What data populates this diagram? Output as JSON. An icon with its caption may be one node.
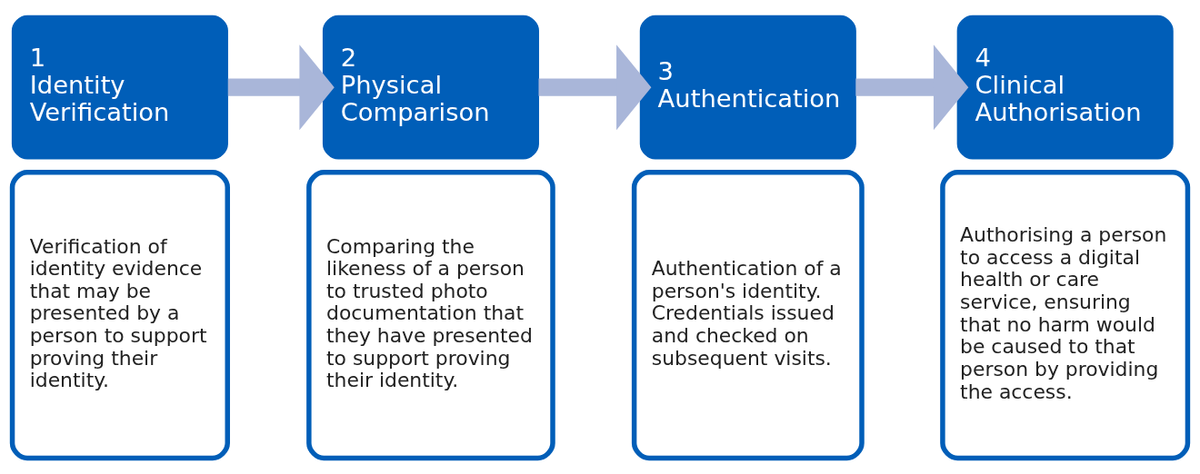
{
  "diagram": {
    "nodes": [
      {
        "text": [
          "1",
          "Identity Verification"
        ]
      },
      {
        "text": [
          "Verification of identity evidence that may be presented by a person to support proving their identity."
        ]
      },
      {
        "text": [
          "2",
          "Physical Comparison"
        ]
      },
      {
        "text": [
          "Comparing the likeness of a person to trusted photo documentation that they have presented to support proving their identity."
        ]
      },
      {
        "text": [
          "3",
          "Authentication"
        ]
      },
      {
        "text": [
          "Authentication of a person's identity. Credentials issued and checked on subsequent visits."
        ]
      },
      {
        "text": [
          "4",
          "Clinical Authorisation"
        ]
      },
      {
        "text": [
          "Authorising a person to access a digital health or care service, ensuring that no harm would be caused to that person by providing the access."
        ]
      }
    ],
    "edges": [
      {
        "from": 0,
        "to": 2,
        "arrow": "to"
      },
      {
        "from": 2,
        "to": 4,
        "arrow": "to"
      },
      {
        "from": 4,
        "to": 6,
        "arrow": "to"
      }
    ]
  }
}
